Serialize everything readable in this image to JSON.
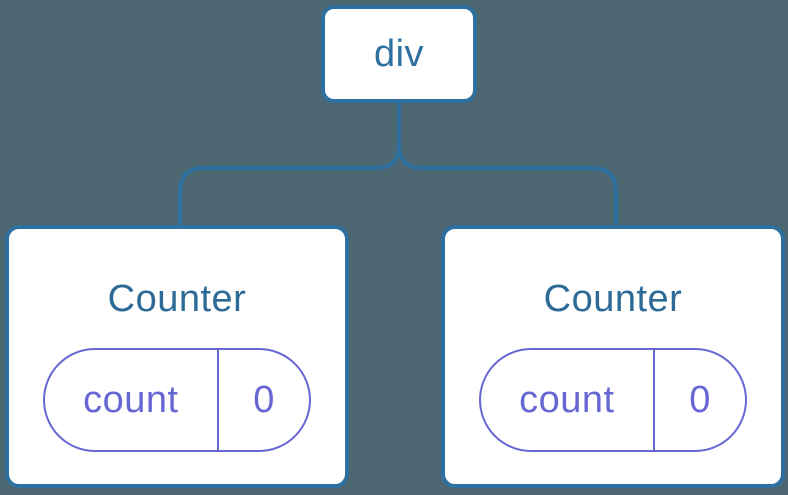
{
  "colors": {
    "background": "#4D6772",
    "node_bg": "#FFFFFF",
    "tree_blue": "#2E709F",
    "title_blue": "#2D6B96",
    "state_purple": "#6767D4"
  },
  "diagram": {
    "root": {
      "label": "div"
    },
    "children": [
      {
        "label": "Counter",
        "state": {
          "key": "count",
          "value": "0"
        }
      },
      {
        "label": "Counter",
        "state": {
          "key": "count",
          "value": "0"
        }
      }
    ]
  }
}
